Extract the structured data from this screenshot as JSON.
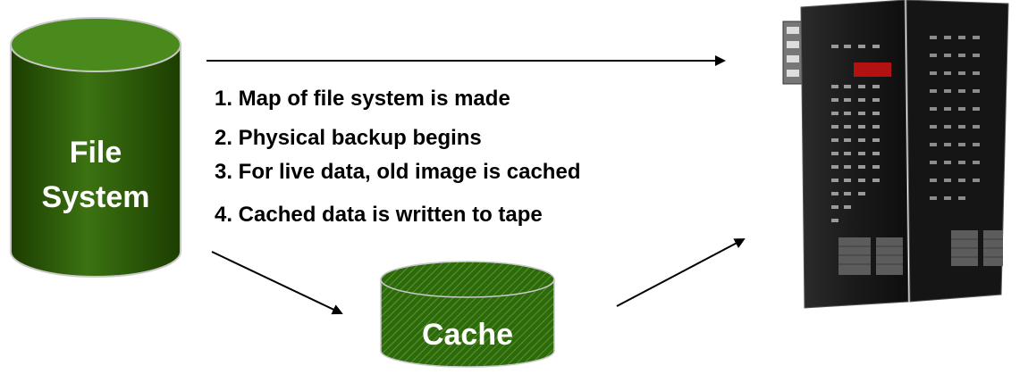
{
  "file_system": {
    "line1": "File",
    "line2": "System"
  },
  "cache": {
    "label": "Cache"
  },
  "steps": [
    "1. Map of file system is made",
    "2. Physical backup begins",
    "3. For live data, old image is cached",
    "4. Cached data is written to tape"
  ],
  "colors": {
    "cylinder_dark": "#234a00",
    "cylinder_mid": "#3e7a10",
    "cylinder_top": "#4f8c1e",
    "outline": "#c8c8c8",
    "arrow": "#000000",
    "server_body": "#1f1f1f"
  },
  "icons": {
    "storage_server": "tape-library-server-icon"
  }
}
